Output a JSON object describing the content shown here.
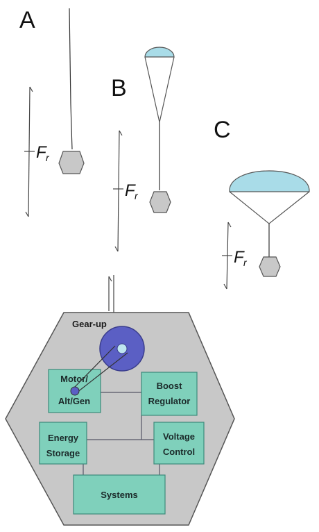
{
  "panels": {
    "a": {
      "label": "A"
    },
    "b": {
      "label": "B"
    },
    "c": {
      "label": "C"
    }
  },
  "force": {
    "symbol": "F",
    "subscript": "r"
  },
  "system": {
    "gear_up": "Gear-up",
    "motor_line1": "Motor/",
    "motor_line2": "Alt/Gen",
    "boost_line1": "Boost",
    "boost_line2": "Regulator",
    "energy_line1": "Energy",
    "energy_line2": "Storage",
    "voltage_line1": "Voltage",
    "voltage_line2": "Control",
    "systems": "Systems"
  },
  "colors": {
    "canopy": "#a9dce8",
    "probe_fill": "#c8c8c8",
    "box_fill": "#7fd0bb",
    "gear_fill": "#5b5fc4",
    "hub_fill": "#bfe6f0"
  }
}
